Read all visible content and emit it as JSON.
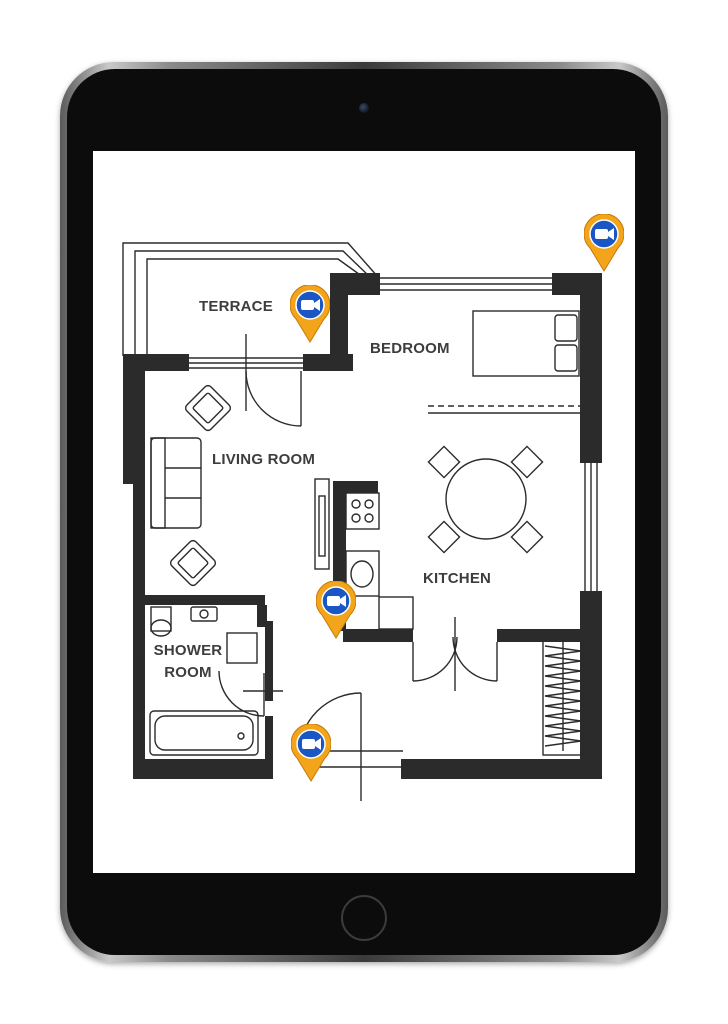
{
  "floorplan": {
    "rooms": [
      {
        "label": "TERRACE"
      },
      {
        "label": "BEDROOM"
      },
      {
        "label": "LIVING ROOM"
      },
      {
        "label": "KITCHEN"
      },
      {
        "label": "SHOWER ROOM"
      }
    ]
  },
  "camera_pins": [
    {
      "icon": "video-camera-icon",
      "location": "terrace"
    },
    {
      "icon": "video-camera-icon",
      "location": "bedroom-corner"
    },
    {
      "icon": "video-camera-icon",
      "location": "kitchen"
    },
    {
      "icon": "video-camera-icon",
      "location": "entrance"
    }
  ],
  "colors": {
    "wall": "#2b2b2b",
    "pin_outer": "#f2a51a",
    "pin_inner": "#1a56c4",
    "label": "#3d3d3d"
  }
}
